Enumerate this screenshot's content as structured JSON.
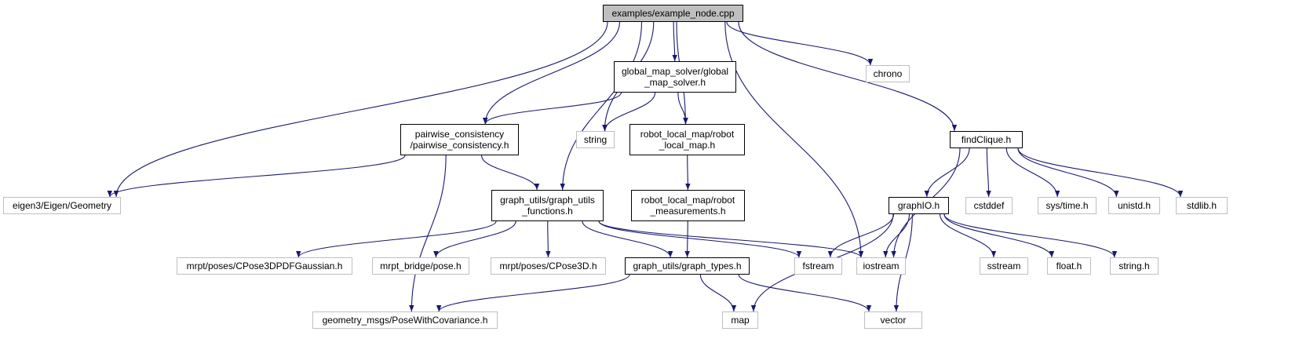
{
  "graph": {
    "edge_color": "#191970",
    "nodes": {
      "root": {
        "lines": [
          "examples/example_node.cpp"
        ],
        "kind": "root"
      },
      "gms": {
        "lines": [
          "global_map_solver/global",
          "_map_solver.h"
        ],
        "kind": "local"
      },
      "chrono": {
        "lines": [
          "chrono"
        ],
        "kind": "system"
      },
      "pc": {
        "lines": [
          "pairwise_consistency",
          "/pairwise_consistency.h"
        ],
        "kind": "local"
      },
      "string": {
        "lines": [
          "string"
        ],
        "kind": "system"
      },
      "rlm": {
        "lines": [
          "robot_local_map/robot",
          "_local_map.h"
        ],
        "kind": "local"
      },
      "fc": {
        "lines": [
          "findClique.h"
        ],
        "kind": "local"
      },
      "eigen": {
        "lines": [
          "eigen3/Eigen/Geometry"
        ],
        "kind": "system"
      },
      "guf": {
        "lines": [
          "graph_utils/graph_utils",
          "_functions.h"
        ],
        "kind": "local"
      },
      "rm": {
        "lines": [
          "robot_local_map/robot",
          "_measurements.h"
        ],
        "kind": "local"
      },
      "gio": {
        "lines": [
          "graphIO.h"
        ],
        "kind": "local"
      },
      "cstddef": {
        "lines": [
          "cstddef"
        ],
        "kind": "system"
      },
      "systime": {
        "lines": [
          "sys/time.h"
        ],
        "kind": "system"
      },
      "unistd": {
        "lines": [
          "unistd.h"
        ],
        "kind": "system"
      },
      "stdlib": {
        "lines": [
          "stdlib.h"
        ],
        "kind": "system"
      },
      "c3dpdf": {
        "lines": [
          "mrpt/poses/CPose3DPDFGaussian.h"
        ],
        "kind": "system"
      },
      "mbp": {
        "lines": [
          "mrpt_bridge/pose.h"
        ],
        "kind": "system"
      },
      "c3d": {
        "lines": [
          "mrpt/poses/CPose3D.h"
        ],
        "kind": "system"
      },
      "gt": {
        "lines": [
          "graph_utils/graph_types.h"
        ],
        "kind": "local"
      },
      "fstream": {
        "lines": [
          "fstream"
        ],
        "kind": "system"
      },
      "iostream": {
        "lines": [
          "iostream"
        ],
        "kind": "system"
      },
      "sstream": {
        "lines": [
          "sstream"
        ],
        "kind": "system"
      },
      "float": {
        "lines": [
          "float.h"
        ],
        "kind": "system"
      },
      "stringh": {
        "lines": [
          "string.h"
        ],
        "kind": "system"
      },
      "gmsg": {
        "lines": [
          "geometry_msgs/PoseWithCovariance.h"
        ],
        "kind": "system"
      },
      "map": {
        "lines": [
          "map"
        ],
        "kind": "system"
      },
      "vector": {
        "lines": [
          "vector"
        ],
        "kind": "system"
      }
    },
    "edges": [
      [
        "root",
        "gms"
      ],
      [
        "root",
        "chrono"
      ],
      [
        "root",
        "pc"
      ],
      [
        "root",
        "string"
      ],
      [
        "root",
        "rlm"
      ],
      [
        "root",
        "fc"
      ],
      [
        "root",
        "eigen"
      ],
      [
        "root",
        "guf"
      ],
      [
        "root",
        "iostream"
      ],
      [
        "gms",
        "pc"
      ],
      [
        "gms",
        "string"
      ],
      [
        "gms",
        "rlm"
      ],
      [
        "pc",
        "eigen"
      ],
      [
        "pc",
        "guf"
      ],
      [
        "pc",
        "gmsg"
      ],
      [
        "rlm",
        "rm"
      ],
      [
        "rm",
        "gt"
      ],
      [
        "guf",
        "c3dpdf"
      ],
      [
        "guf",
        "mbp"
      ],
      [
        "guf",
        "c3d"
      ],
      [
        "guf",
        "gt"
      ],
      [
        "guf",
        "fstream"
      ],
      [
        "guf",
        "iostream"
      ],
      [
        "gt",
        "gmsg"
      ],
      [
        "gt",
        "map"
      ],
      [
        "gt",
        "vector"
      ],
      [
        "fc",
        "iostream"
      ],
      [
        "fc",
        "gio"
      ],
      [
        "fc",
        "cstddef"
      ],
      [
        "fc",
        "systime"
      ],
      [
        "fc",
        "unistd"
      ],
      [
        "fc",
        "stdlib"
      ],
      [
        "gio",
        "fstream"
      ],
      [
        "gio",
        "iostream"
      ],
      [
        "gio",
        "sstream"
      ],
      [
        "gio",
        "float"
      ],
      [
        "gio",
        "stringh"
      ],
      [
        "gio",
        "map"
      ],
      [
        "gio",
        "vector"
      ]
    ]
  }
}
